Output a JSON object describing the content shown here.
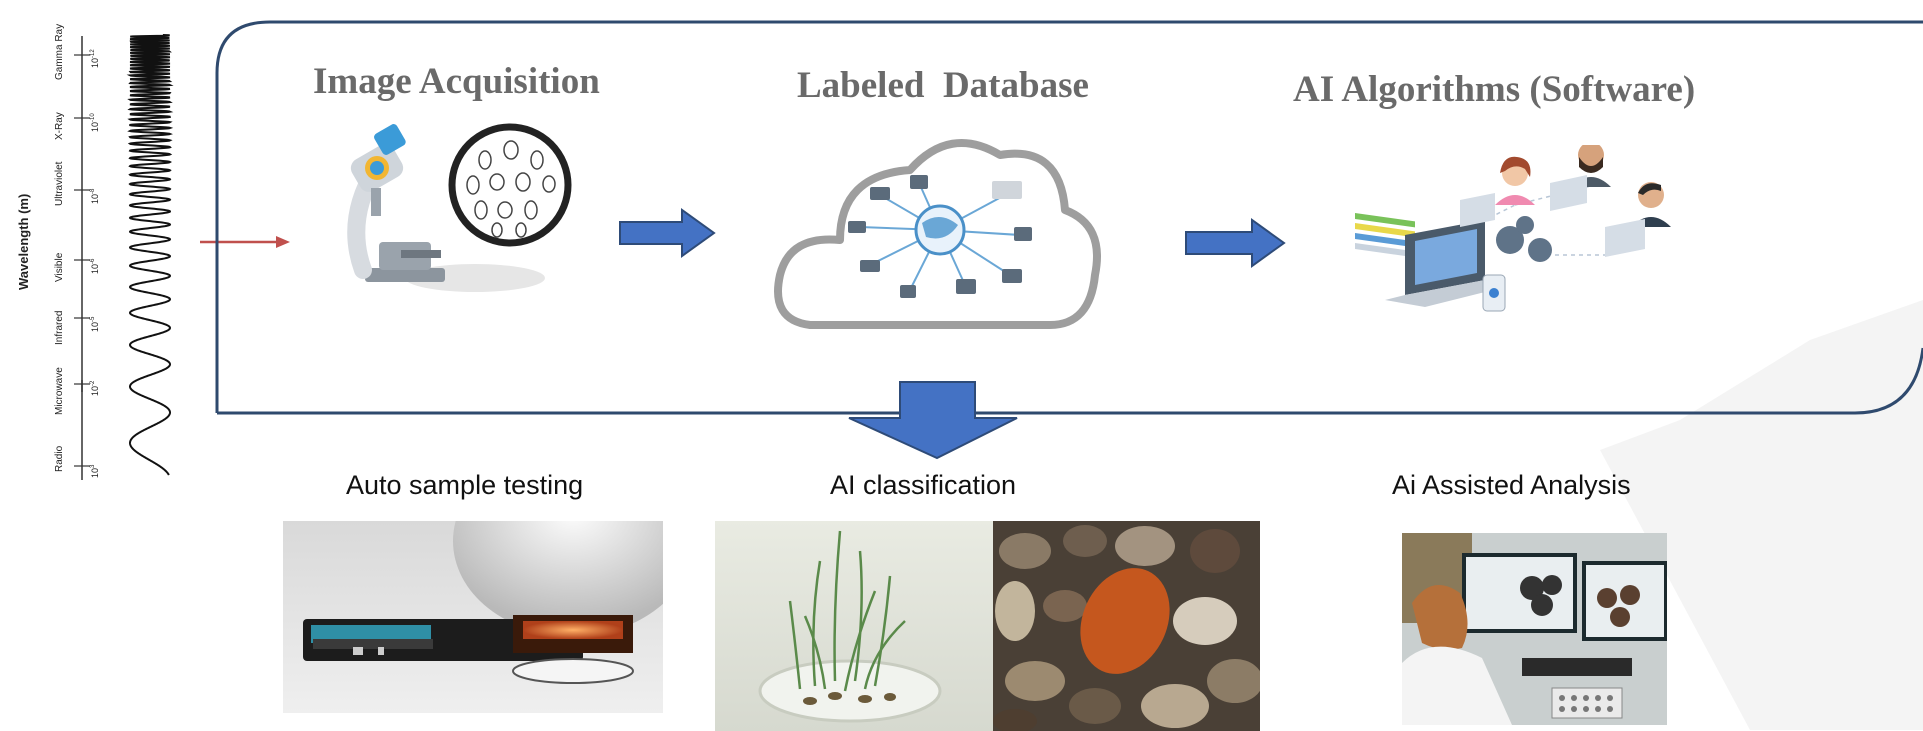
{
  "spectrum": {
    "axis_label": "Wavelength (m)",
    "bands": [
      "Gamma Ray",
      "X-Ray",
      "Ultraviolet",
      "Visible",
      "Infrared",
      "Microwave",
      "Radio"
    ],
    "ticks": [
      {
        "base": "10",
        "exp": "-12"
      },
      {
        "base": "10",
        "exp": "-10"
      },
      {
        "base": "10",
        "exp": "-8"
      },
      {
        "base": "10",
        "exp": "-6"
      },
      {
        "base": "10",
        "exp": "-5"
      },
      {
        "base": "10",
        "exp": "-2"
      },
      {
        "base": "10",
        "exp": "3"
      }
    ]
  },
  "pipeline": {
    "stages": [
      {
        "title": "Image Acquisition",
        "icon": "microscope-icon"
      },
      {
        "title": "Labeled  Database",
        "icon": "cloud-network-icon"
      },
      {
        "title": "AI Algorithms (Software)",
        "icon": "team-laptops-icon"
      }
    ]
  },
  "outputs": [
    {
      "caption": "Auto sample testing",
      "image": "sample-tester-photo"
    },
    {
      "caption": "AI classification",
      "image": "seedlings-and-seeds-photo"
    },
    {
      "caption": "Ai Assisted Analysis",
      "image": "analyst-workstation-photo"
    }
  ],
  "colors": {
    "frame": "#2f4a6e",
    "arrow_fill": "#4472c4",
    "arrow_stroke": "#2e4b78",
    "red_arrow": "#c0504d",
    "title_gray": "#6a6a6a"
  }
}
